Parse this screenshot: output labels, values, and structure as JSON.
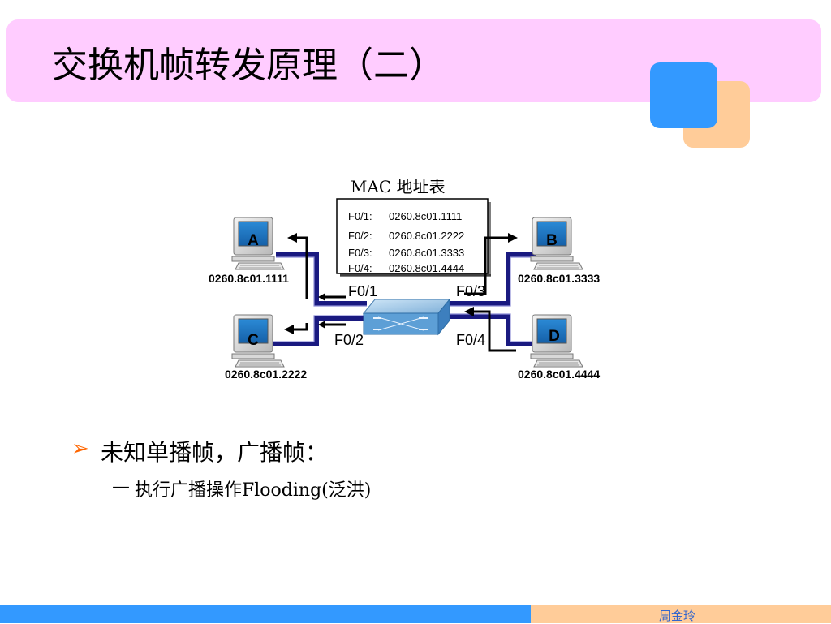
{
  "slide": {
    "title": "交换机帧转发原理（二）",
    "bullet_icon": "arrow-bullet-icon",
    "bullet_text": "未知单播帧，广播帧：",
    "sub_dash": "—",
    "sub_text": "执行广播操作Flooding(泛洪)",
    "footer_author": "周金玲"
  },
  "colors": {
    "title_bar": "#ffccff",
    "accent_blue": "#3399ff",
    "accent_orange": "#ffcc99",
    "bullet": "#ff6600",
    "cable": "#1a1a80"
  },
  "diagram": {
    "mac_table_title": "MAC 地址表",
    "mac_table": [
      {
        "port": "F0/1:",
        "mac": "0260.8c01.1111"
      },
      {
        "port": "F0/2:",
        "mac": "0260.8c01.2222"
      },
      {
        "port": "F0/3:",
        "mac": "0260.8c01.3333"
      },
      {
        "port": "F0/4:",
        "mac": "0260.8c01.4444"
      }
    ],
    "hosts": {
      "a": {
        "label": "A",
        "mac": "0260.8c01.1111"
      },
      "b": {
        "label": "B",
        "mac": "0260.8c01.3333"
      },
      "c": {
        "label": "C",
        "mac": "0260.8c01.2222"
      },
      "d": {
        "label": "D",
        "mac": "0260.8c01.4444"
      }
    },
    "ports": {
      "p1": "F0/1",
      "p2": "F0/2",
      "p3": "F0/3",
      "p4": "F0/4"
    }
  }
}
